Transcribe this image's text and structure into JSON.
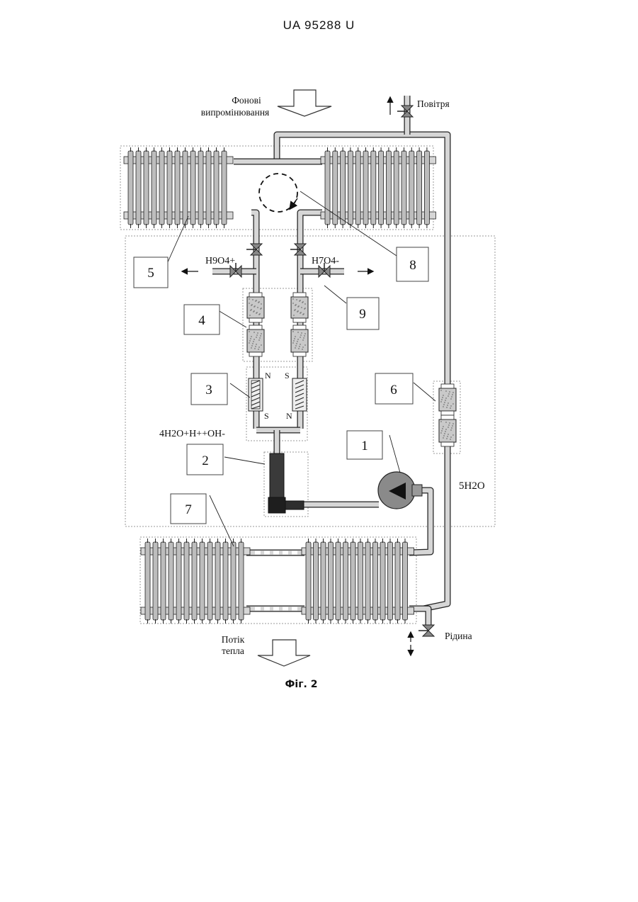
{
  "header": {
    "doc_number": "UA   95288   U"
  },
  "caption": "Фіг. 2",
  "labels": {
    "background_radiation_line1": "Фонові",
    "background_radiation_line2": "випромінювання",
    "air": "Повітря",
    "liquid": "Рідина",
    "heat_flow_line1": "Потік",
    "heat_flow_line2": "тепла",
    "left_outlet_formula": "H9O4+",
    "right_outlet_formula": "H7O4-",
    "reaction_formula": "4H2O+H++OH-",
    "water_formula": "5H2O",
    "pole_n": "N",
    "pole_s": "S"
  },
  "callouts": [
    {
      "id": "callout-1",
      "text": "1"
    },
    {
      "id": "callout-2",
      "text": "2"
    },
    {
      "id": "callout-3",
      "text": "3"
    },
    {
      "id": "callout-4",
      "text": "4"
    },
    {
      "id": "callout-5",
      "text": "5"
    },
    {
      "id": "callout-6",
      "text": "6"
    },
    {
      "id": "callout-7",
      "text": "7"
    },
    {
      "id": "callout-8",
      "text": "8"
    },
    {
      "id": "callout-9",
      "text": "9"
    }
  ],
  "colors": {
    "pipe": "#8f8f8f",
    "pipe_light": "#d6d6d6",
    "outline": "#222222",
    "dotted_frame": "#9a9a9a",
    "dark_component": "#3a3a3a",
    "filter_fill": "#c9c9c9"
  }
}
